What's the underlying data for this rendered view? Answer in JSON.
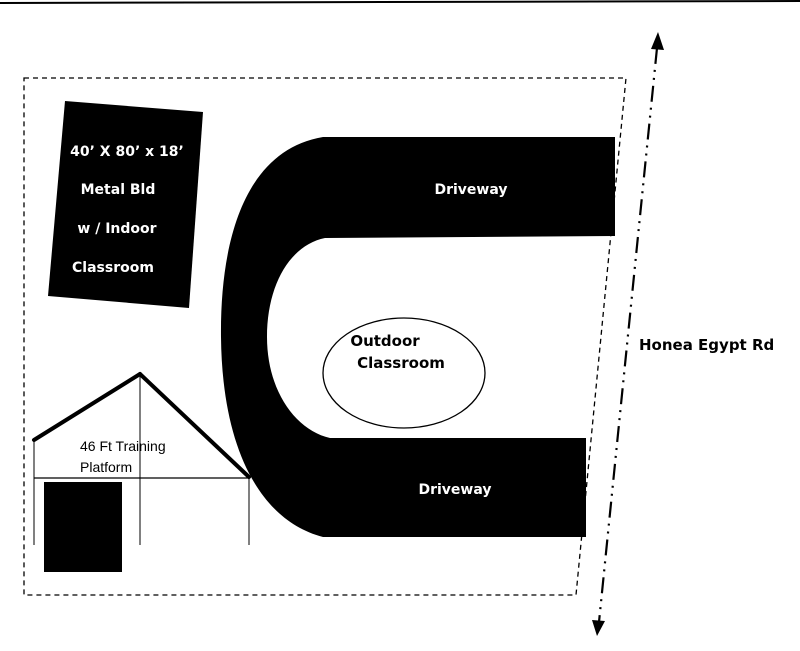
{
  "building": {
    "line1": "40’ X 80’ x 18’",
    "line2": "Metal  Bld",
    "line3": "w / Indoor",
    "line4": "Classroom"
  },
  "driveway_top": "Driveway",
  "driveway_bottom": "Driveway",
  "outdoor_classroom": {
    "line1": "Outdoor",
    "line2": "Classroom"
  },
  "training_platform": {
    "line1": "46 Ft Training",
    "line2": "Platform"
  },
  "road": "Honea  Egypt Rd",
  "colors": {
    "fill": "#000000",
    "background": "#ffffff",
    "label_on_dark": "#ffffff"
  },
  "icons": {
    "road_arrows": "arrow-up-icon, arrow-down-icon"
  }
}
